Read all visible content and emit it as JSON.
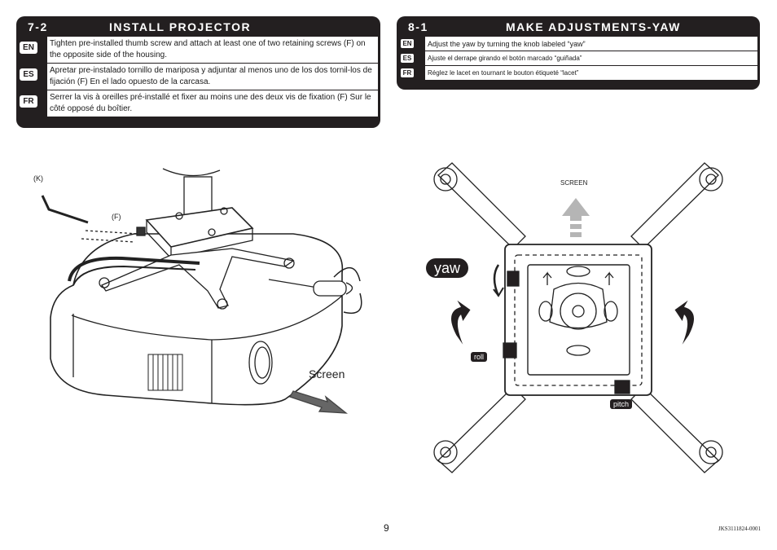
{
  "left": {
    "step": "7-2",
    "title": "INSTALL PROJECTOR",
    "rows": [
      {
        "lang": "EN",
        "text": "Tighten pre-installed thumb screw and attach at least one of two retaining screws (F) on the opposite side of the housing."
      },
      {
        "lang": "ES",
        "text": "Apretar pre-instalado tornillo de mariposa y adjuntar al menos uno de los dos tornil-los de fijación (F) En el lado opuesto de la carcasa."
      },
      {
        "lang": "FR",
        "text": "Serrer la vis à oreilles pré-installé et fixer au moins une des deux vis de fixation (F) Sur le côté opposé du boîtier."
      }
    ],
    "fig_labels": {
      "k": "(K)",
      "f": "(F)",
      "screen": "Screen"
    }
  },
  "right": {
    "step": "8-1",
    "title": "MAKE ADJUSTMENTS-YAW",
    "rows": [
      {
        "lang": "EN",
        "text": "Adjust the yaw by turning the knob labeled “yaw”"
      },
      {
        "lang": "ES",
        "text": "Ajuste el derrape girando el botón marcado “guiñada”"
      },
      {
        "lang": "FR",
        "text": "Réglez le lacet en tournant le bouton étiqueté “lacet”"
      }
    ],
    "fig_labels": {
      "screen": "SCREEN",
      "yaw": "yaw",
      "roll": "roll",
      "pitch": "pitch"
    }
  },
  "footer": {
    "page": "9",
    "code": "JKS3111824-0001"
  },
  "colors": {
    "panel": "#231f20",
    "arrow": "#1a1a1a",
    "screen_arrow": "#b5b5b5"
  }
}
